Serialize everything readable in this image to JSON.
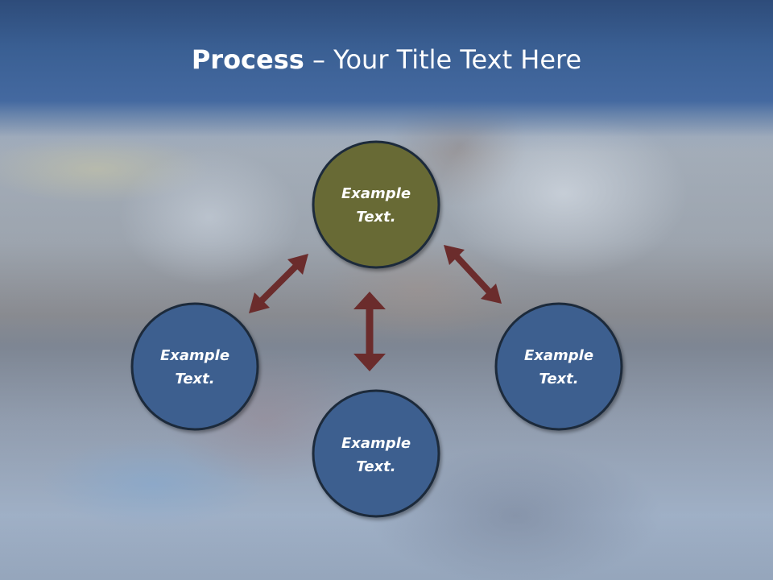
{
  "title": {
    "bold": "Process",
    "rest": " – Your Title Text Here"
  },
  "colors": {
    "header": "#3a5f93",
    "center_node_fill": "#686a35",
    "node_fill": "#3d5f8f",
    "node_stroke": "#1e2a3a",
    "arrow": "#6b2c2c"
  },
  "nodes": {
    "top": {
      "line1": "Example",
      "line2": "Text."
    },
    "left": {
      "line1": "Example",
      "line2": "Text."
    },
    "right": {
      "line1": "Example",
      "line2": "Text."
    },
    "bottom": {
      "line1": "Example",
      "line2": "Text."
    }
  },
  "arrows": [
    "double-headed-arrow",
    "double-headed-arrow",
    "double-headed-arrow"
  ]
}
